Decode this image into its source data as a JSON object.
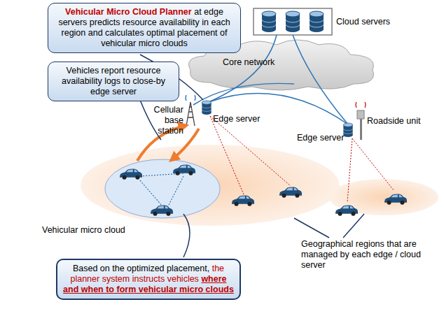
{
  "diagram": {
    "nodes": [
      {
        "text": [
          "Vehicular Micro Cloud Planner",
          "at edge servers predicts resource availability in each region and calculates optimal placement of vehicular micro clouds"
        ]
      },
      {
        "text": [
          "Vehicles report resource availability logs to close-by edge server"
        ]
      },
      {
        "text": [
          "Based on the optimized placement,",
          "the planner system instructs vehicles",
          "where and when to form vehicular micro clouds"
        ]
      }
    ],
    "labels": [
      "Cloud servers",
      "Core network",
      "Cellular base station",
      "Edge server",
      "Edge server",
      "Roadside unit",
      "Vehicular micro cloud",
      "Geographical regions that are managed by each edge / cloud server"
    ]
  }
}
